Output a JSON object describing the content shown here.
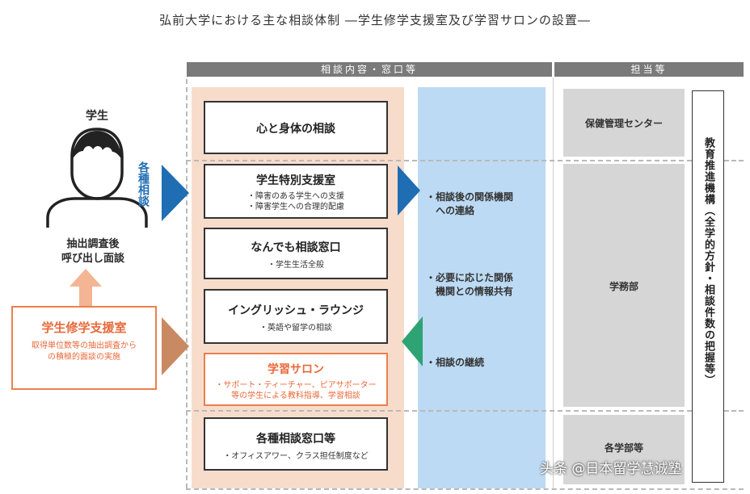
{
  "title": "弘前大学における主な相談体制 ―学生修学支援室及び学習サロンの設置―",
  "headers": {
    "content": "相談内容・窓口等",
    "staff": "担当等"
  },
  "student": {
    "label": "学生",
    "caption_line1": "抽出調査後",
    "caption_line2": "呼び出し面談"
  },
  "left_label": "各種相談",
  "support_office": {
    "title": "学生修学支援室",
    "desc_line1": "取得単位数等の抽出調査から",
    "desc_line2": "の積極的面談の実施"
  },
  "boxes": [
    {
      "title": "心と身体の相談",
      "lines": []
    },
    {
      "title": "学生特別支援室",
      "lines": [
        "・障害のある学生への支援",
        "・障害学生への合理的配慮"
      ]
    },
    {
      "title": "なんでも相談窓口",
      "lines": [
        "・学生生活全般"
      ]
    },
    {
      "title": "イングリッシュ・ラウンジ",
      "lines": [
        "・英語や留学の相談"
      ]
    },
    {
      "title": "学習サロン",
      "lines": [
        "・サポート・ティーチャー、ピアサポーター",
        "等の学生による教科指導、学習相談"
      ]
    },
    {
      "title": "各種相談窓口等",
      "lines": [
        "・オフィスアワー、クラス担任制度など"
      ]
    }
  ],
  "blue_items": [
    {
      "line1": "・相談後の関係機関",
      "line2": "への連絡"
    },
    {
      "line1": "・必要に応じた関係",
      "line2": "機関との情報共有"
    },
    {
      "line1": "・相談の継続",
      "line2": ""
    }
  ],
  "staff": {
    "health": "保健管理センター",
    "student_affairs": "学務部",
    "faculties": "各学部等",
    "org": "教育推進機構（全学的方針・相談件数の把握等）"
  },
  "watermark": "头条 @日本留学慧诚塾",
  "colors": {
    "peach": "#f8dccb",
    "blue_column": "#bcdaf3",
    "arrow_blue": "#1f6db3",
    "arrow_orange": "#c98a63",
    "orange_text": "#e8693a",
    "header_gray": "#7a7a7a"
  }
}
